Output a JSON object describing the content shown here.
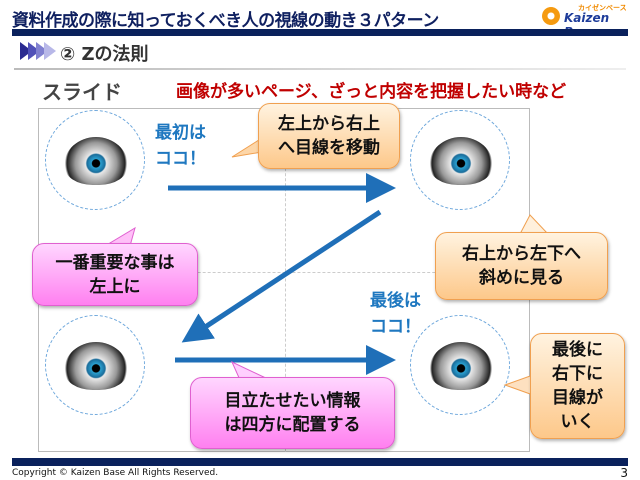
{
  "header": {
    "title": "資料作成の際に知っておくべき人の視線の動き３パターン",
    "logo_kana": "カイゼンベース",
    "logo_text": "Kaizen Base"
  },
  "section": {
    "title": "② Zの法則"
  },
  "slide_label": "スライド",
  "subtitle": "画像が多いページ、ざっと内容を把握したい時など",
  "labels": {
    "first": [
      "最初は",
      "ココ！"
    ],
    "last": [
      "最後は",
      "ココ！"
    ]
  },
  "callouts": {
    "top_move": [
      "左上から右上",
      "へ目線を移動"
    ],
    "important": [
      "一番重要な事は",
      "左上に"
    ],
    "diagonal": [
      "右上から左下へ",
      "斜めに見る"
    ],
    "four_corners": [
      "目立たせたい情報",
      "は四方に配置する"
    ],
    "last": [
      "最後に",
      "右下に",
      "目線が",
      "いく"
    ]
  },
  "colors": {
    "arrow": "#1f6fb8",
    "navy": "#0a215c",
    "orange": "#fdc88a",
    "pink": "#ff80f0",
    "red": "#c00000"
  },
  "footer": {
    "copyright": "Copyright ©  Kaizen Base  All Rights Reserved.",
    "page": "3"
  }
}
